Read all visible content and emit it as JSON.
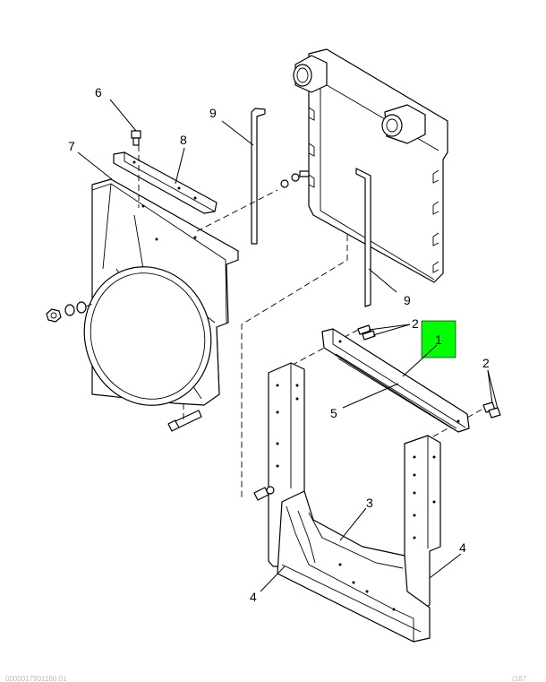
{
  "callouts": {
    "c1": "1",
    "c2a": "2",
    "c2b": "2",
    "c3": "3",
    "c4a": "4",
    "c4b": "4",
    "c5": "5",
    "c6": "6",
    "c7": "7",
    "c8": "8",
    "c9a": "9",
    "c9b": "9"
  },
  "highlight": {
    "color": "#00ff00",
    "part": "1"
  },
  "footer": {
    "left": "0000017901160.01",
    "right": "(187"
  }
}
